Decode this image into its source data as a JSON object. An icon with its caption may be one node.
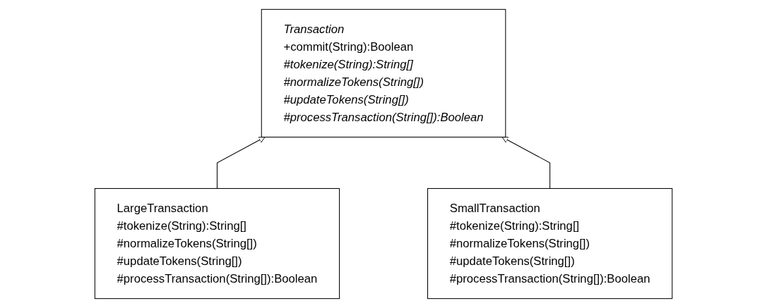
{
  "diagram": {
    "nodes": [
      {
        "text": [
          "Transaction",
          "+commit(String):Boolean",
          "#tokenize(String):String[]",
          "#normalizeTokens(String[])",
          "#updateTokens(String[])",
          "#processTransaction(String[]):Boolean"
        ]
      },
      {
        "text": [
          "LargeTransaction",
          "#tokenize(String):String[]",
          "#normalizeTokens(String[])",
          "#updateTokens(String[])",
          "#processTransaction(String[]):Boolean"
        ]
      },
      {
        "text": [
          "SmallTransaction",
          "#tokenize(String):String[]",
          "#normalizeTokens(String[])",
          "#updateTokens(String[])",
          "#processTransaction(String[]):Boolean"
        ]
      }
    ],
    "edges": [
      {
        "from": 1,
        "to": 0,
        "arrow": "to"
      },
      {
        "from": 2,
        "to": 0,
        "arrow": "to"
      }
    ]
  }
}
